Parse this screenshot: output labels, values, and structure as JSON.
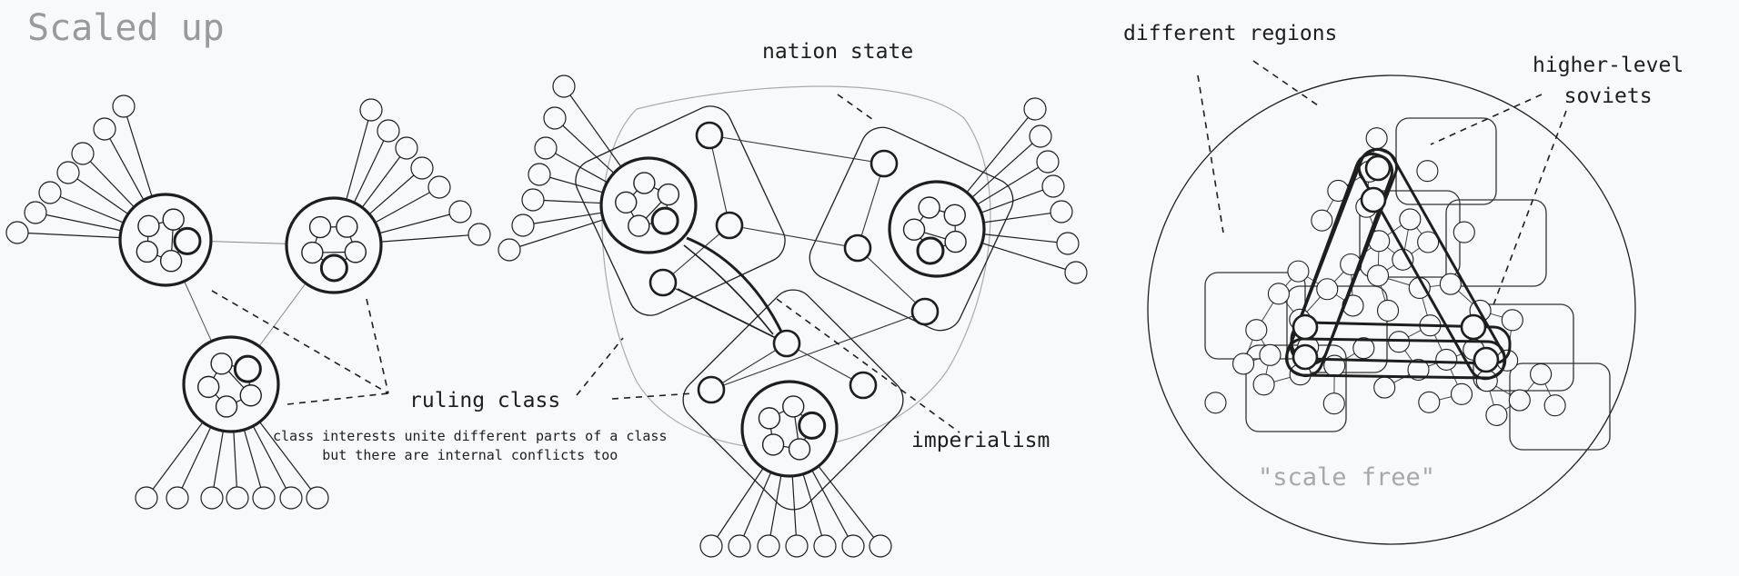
{
  "title": "Scaled up",
  "labels": {
    "nation_state": "nation state",
    "ruling_class": "ruling class",
    "imperialism": "imperialism",
    "class_note_line1": "class interests unite different parts of a class",
    "class_note_line2": "but there are internal conflicts too",
    "different_regions": "different regions",
    "higher_level_line1": "higher-level",
    "higher_level_line2": "soviets",
    "scale_free": "\"scale free\""
  },
  "colors": {
    "ink": "#1e1e1e",
    "muted": "#9a9a9a",
    "background": "#f8f9fa"
  }
}
